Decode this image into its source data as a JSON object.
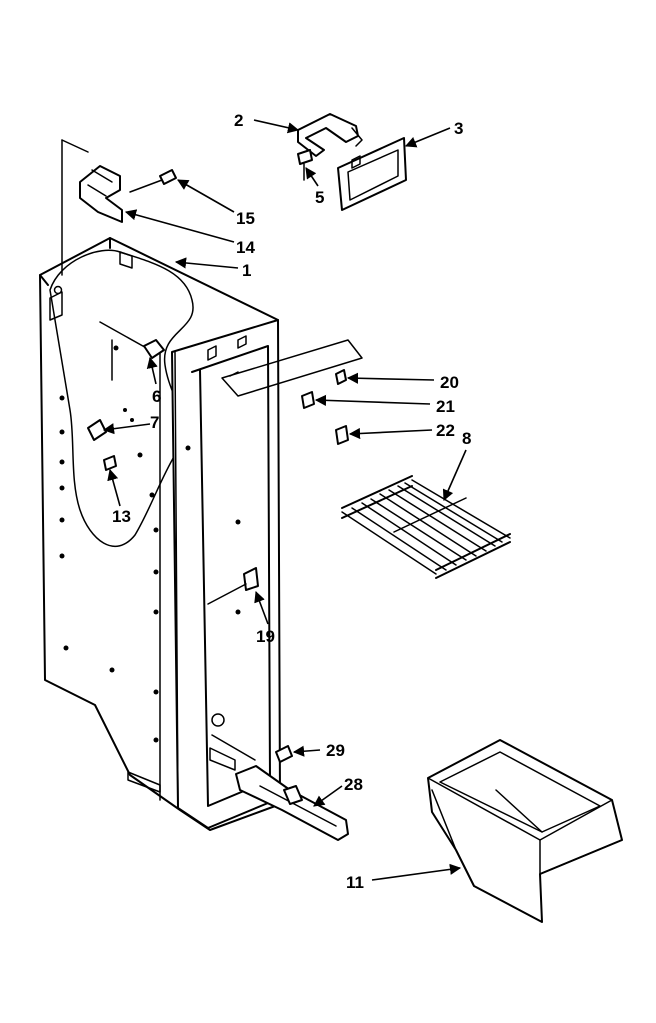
{
  "callouts": {
    "c1": "1",
    "c2": "2",
    "c3": "3",
    "c5": "5",
    "c6": "6",
    "c7": "7",
    "c8": "8",
    "c11": "11",
    "c13": "13",
    "c14": "14",
    "c15": "15",
    "c19": "19",
    "c20": "20",
    "c21": "21",
    "c22": "22",
    "c28": "28",
    "c29": "29"
  },
  "colors": {
    "ink": "#000000",
    "paper": "#ffffff"
  }
}
